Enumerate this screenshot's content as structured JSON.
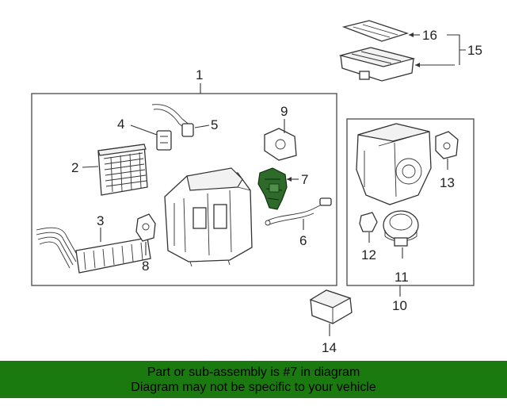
{
  "callouts": {
    "c1": "1",
    "c2": "2",
    "c3": "3",
    "c4": "4",
    "c5": "5",
    "c6": "6",
    "c7": "7",
    "c8": "8",
    "c9": "9",
    "c10": "10",
    "c11": "11",
    "c12": "12",
    "c13": "13",
    "c14": "14",
    "c15": "15",
    "c16": "16"
  },
  "banner": {
    "line1": "Part or sub-assembly is #7 in diagram",
    "line2": "Diagram may not be specific to your vehicle"
  },
  "colors": {
    "highlight_part": "#2e6b2a",
    "banner_bg": "#1a7a10"
  }
}
